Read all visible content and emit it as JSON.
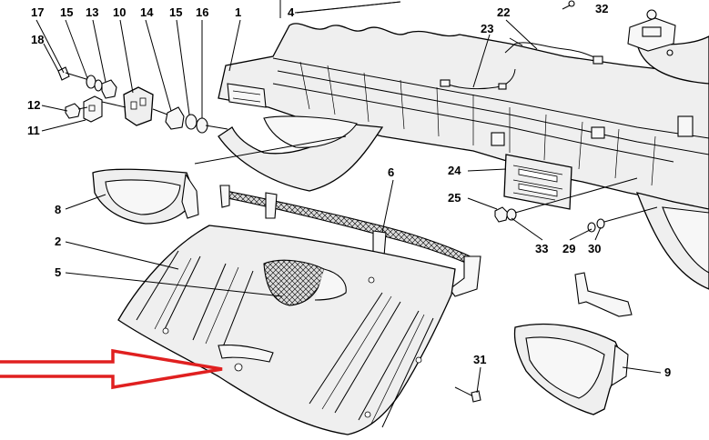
{
  "callouts": [
    {
      "id": "17",
      "text": "17"
    },
    {
      "id": "15a",
      "text": "15"
    },
    {
      "id": "13",
      "text": "13"
    },
    {
      "id": "10",
      "text": "10"
    },
    {
      "id": "14",
      "text": "14"
    },
    {
      "id": "15b",
      "text": "15"
    },
    {
      "id": "16",
      "text": "16"
    },
    {
      "id": "1",
      "text": "1"
    },
    {
      "id": "18",
      "text": "18"
    },
    {
      "id": "12",
      "text": "12"
    },
    {
      "id": "11",
      "text": "11"
    },
    {
      "id": "4",
      "text": "4"
    },
    {
      "id": "22",
      "text": "22"
    },
    {
      "id": "32",
      "text": "32"
    },
    {
      "id": "23",
      "text": "23"
    },
    {
      "id": "24",
      "text": "24"
    },
    {
      "id": "25",
      "text": "25"
    },
    {
      "id": "6",
      "text": "6"
    },
    {
      "id": "8",
      "text": "8"
    },
    {
      "id": "2",
      "text": "2"
    },
    {
      "id": "5",
      "text": "5"
    },
    {
      "id": "33",
      "text": "33"
    },
    {
      "id": "29",
      "text": "29"
    },
    {
      "id": "30",
      "text": "30"
    },
    {
      "id": "31",
      "text": "31"
    },
    {
      "id": "9",
      "text": "9"
    }
  ],
  "highlight_arrow": {
    "color": "#e02020",
    "direction": "right"
  },
  "line_color": "#000000",
  "part_fill": "#efefef"
}
